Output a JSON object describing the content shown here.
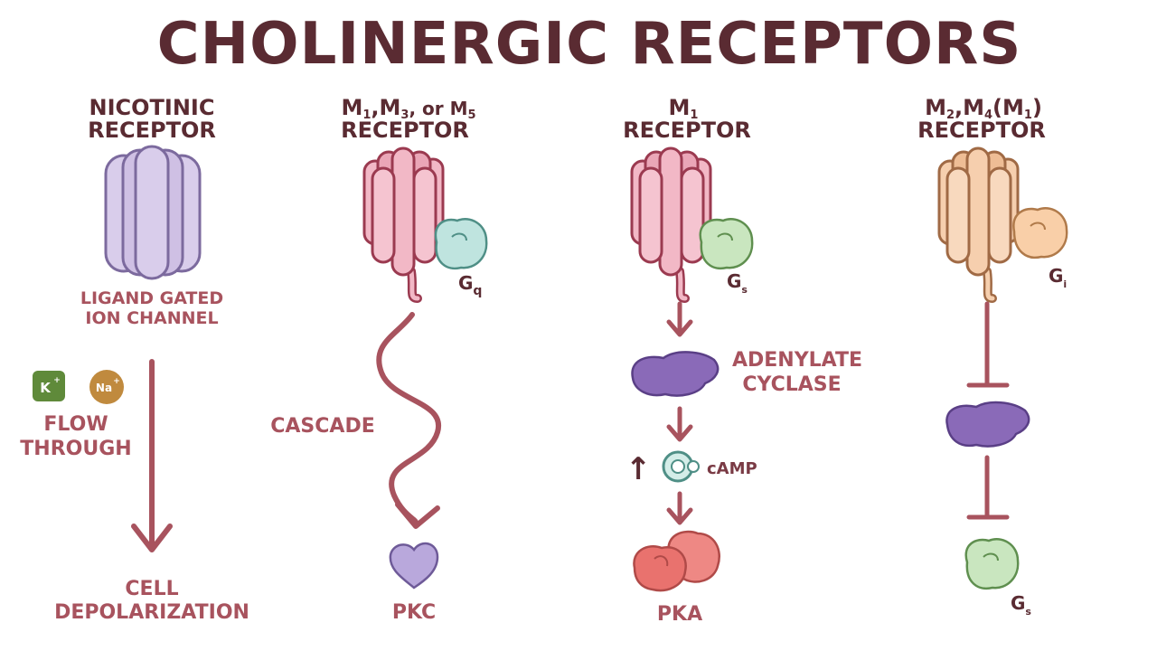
{
  "title": "CHOLINERGIC RECEPTORS",
  "nicotinic": {
    "heading_line1": "NICOTINIC",
    "heading_line2": "RECEPTOR",
    "type_line1": "LIGAND GATED",
    "type_line2": "ION CHANNEL",
    "ion_k": "K",
    "ion_na": "Na",
    "ion_charge": "+",
    "flow_line1": "FLOW",
    "flow_line2": "THROUGH",
    "result_line1": "CELL",
    "result_line2": "DEPOLARIZATION"
  },
  "m135": {
    "heading_line1_a": "M",
    "heading_line1_b": ",M",
    "heading_line1_c": ", or M",
    "sub1": "1",
    "sub3": "3",
    "sub5": "5",
    "heading_line2": "RECEPTOR",
    "g_protein": "G",
    "g_protein_sub": "q",
    "cascade": "CASCADE",
    "end_product": "PKC"
  },
  "m1": {
    "heading_line1": "M",
    "heading_sub": "1",
    "heading_line2": "RECEPTOR",
    "g_protein": "G",
    "g_protein_sub": "s",
    "enzyme_line1": "ADENYLATE",
    "enzyme_line2": "CYCLASE",
    "second_messenger": "cAMP",
    "increase_symbol": "↑",
    "end_product": "PKA"
  },
  "m24": {
    "heading_m2": "M",
    "heading_sub2": "2",
    "heading_m4": ",M",
    "heading_sub4": "4",
    "heading_m1": "(M",
    "heading_sub1": "1",
    "heading_close": ")",
    "heading_line2": "RECEPTOR",
    "g_protein": "G",
    "g_protein_sub": "i",
    "end_g_protein": "G",
    "end_g_protein_sub": "s"
  },
  "colors": {
    "title": "#5a2b32",
    "label": "#a8535e",
    "arrow": "#a8535e",
    "nicotinic_fill": "#d9cdeb",
    "nicotinic_stroke": "#7c6a9e",
    "m135_fill": "#f2b8c6",
    "m135_stroke": "#9b3a50",
    "m24_fill": "#f6cfae",
    "m24_stroke": "#a06a45",
    "gq_fill": "#bfe4df",
    "gs_fill": "#c9e6bf",
    "gi_fill": "#f9cfa8",
    "enzyme_fill": "#8a6ab8",
    "pkc_fill": "#b9a8dc",
    "pka_fill": "#e9726e",
    "k_fill": "#5f8a3a",
    "na_fill": "#c08a3e"
  }
}
